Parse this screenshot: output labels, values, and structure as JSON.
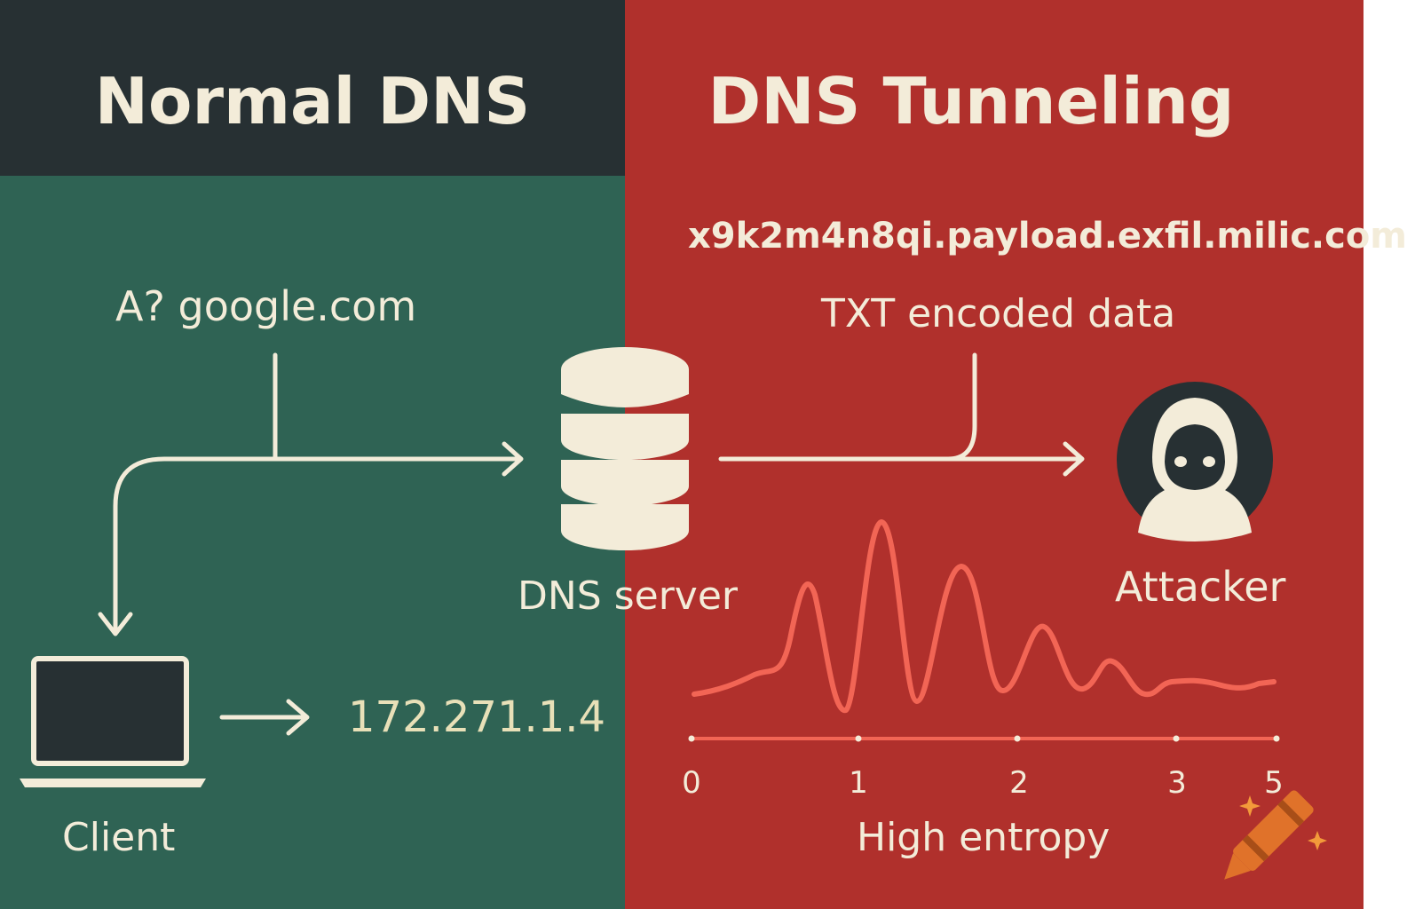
{
  "panels": {
    "left": {
      "title": "Normal DNS",
      "bg": "#2f6354",
      "header_bg": "#273033"
    },
    "right": {
      "title": "DNS Tunneling",
      "bg": "#b0302c"
    }
  },
  "normal": {
    "query": "A? google.com",
    "client_label": "Client",
    "answer_ip": "172.271.1.4"
  },
  "server": {
    "label": "DNS server",
    "icon": "database-icon"
  },
  "tunnel": {
    "query_domain": "x9k2m4n8qi.payload.exfil.milic.com",
    "record_label": "TXT encoded data",
    "attacker_label": "Attacker",
    "attacker_icon": "hooded-hacker-icon"
  },
  "chart_data": {
    "type": "line",
    "xlabel": "High entropy",
    "ticks": [
      "0",
      "1",
      "2",
      "3",
      "5"
    ],
    "line_color": "#f26555"
  },
  "colors": {
    "foreground": "#f3ecd9",
    "signal": "#f26555"
  }
}
